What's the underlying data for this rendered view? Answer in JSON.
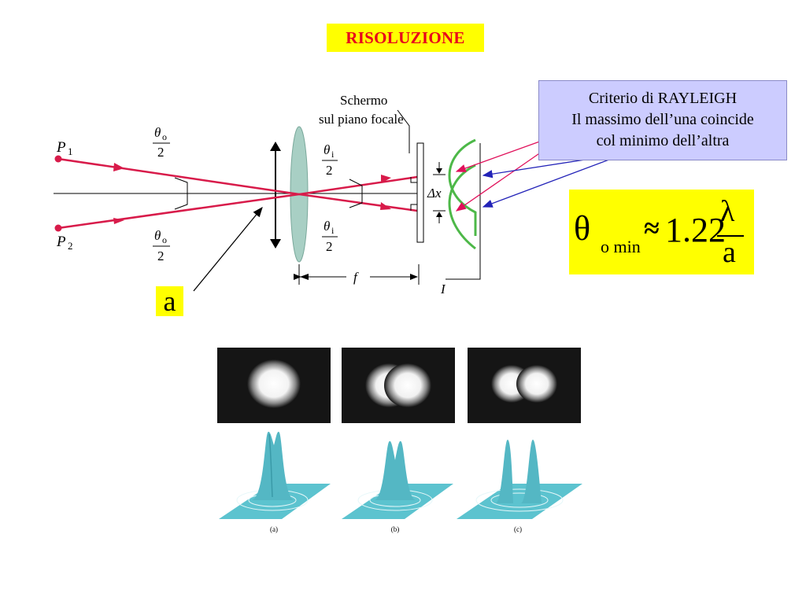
{
  "title": "RISOLUZIONE",
  "criterio": {
    "line1": "Criterio di RAYLEIGH",
    "line2": "Il massimo dell’una coincide",
    "line3": "col minimo dell’altra"
  },
  "formula": {
    "symbol": "θ",
    "subscript": "o min",
    "approx": "≈",
    "coefficient": "1.22",
    "numerator": "λ",
    "denominator": "a"
  },
  "aperture_label": "a",
  "diagram": {
    "screen_label_1": "Schermo",
    "screen_label_2": "sul piano focale",
    "p1": "P",
    "p1_sub": "1",
    "p2": "P",
    "p2_sub": "2",
    "theta_o": "θ",
    "theta_o_sub": "o",
    "theta_i": "θ",
    "theta_i_sub": "i",
    "two": "2",
    "delta_x": "Δx",
    "focal": "f",
    "intensity": "I"
  },
  "captions": [
    "(a)",
    "(b)",
    "(c)"
  ],
  "colors": {
    "ray": "#d81b4a",
    "lens": "#a8cfc4",
    "wave": "#4db848",
    "peak": "#5cc3cf",
    "arrow_blue": "#2323b8",
    "arrow_pink": "#e0105a"
  }
}
